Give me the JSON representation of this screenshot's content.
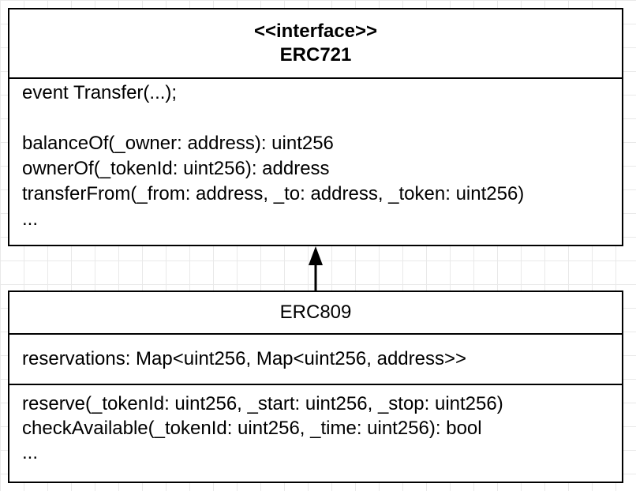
{
  "interface_class": {
    "stereotype": "<<interface>>",
    "name": "ERC721",
    "members": [
      "event Transfer(...);",
      "",
      "balanceOf(_owner: address): uint256",
      "ownerOf(_tokenId: uint256): address",
      "transferFrom(_from: address, _to: address, _token: uint256)",
      "..."
    ]
  },
  "impl_class": {
    "name": "ERC809",
    "attributes": [
      "reservations: Map<uint256, Map<uint256, address>>"
    ],
    "operations": [
      "reserve(_tokenId: uint256, _start: uint256, _stop: uint256)",
      "checkAvailable(_tokenId: uint256, _time: uint256): bool",
      "..."
    ]
  },
  "relationship": {
    "type": "realization",
    "from": "ERC809",
    "to": "ERC721"
  }
}
